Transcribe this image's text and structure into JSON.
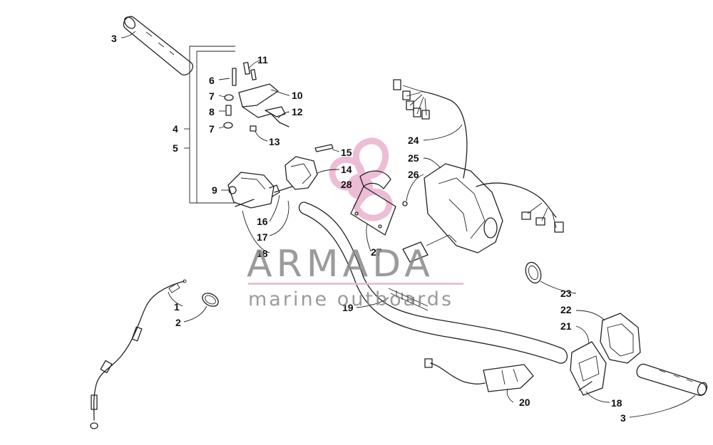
{
  "watermark": {
    "brand": "ARMADA",
    "tagline": "marine outboards",
    "accent_color": "#e8a6c8",
    "text_color": "#8a8a8a",
    "divider_color": "#e6b8d0"
  },
  "callouts": {
    "c1": "1",
    "c2": "2",
    "c3a": "3",
    "c3b": "3",
    "c4": "4",
    "c5": "5",
    "c6": "6",
    "c7a": "7",
    "c7b": "7",
    "c8": "8",
    "c9": "9",
    "c10": "10",
    "c11": "11",
    "c12": "12",
    "c13": "13",
    "c14": "14",
    "c15": "15",
    "c16": "16",
    "c17": "17",
    "c18a": "18",
    "c18b": "18",
    "c19": "19",
    "c20": "20",
    "c21": "21",
    "c22": "22",
    "c23": "23",
    "c24": "24",
    "c25": "25",
    "c26": "26",
    "c27": "27",
    "c28": "28"
  }
}
